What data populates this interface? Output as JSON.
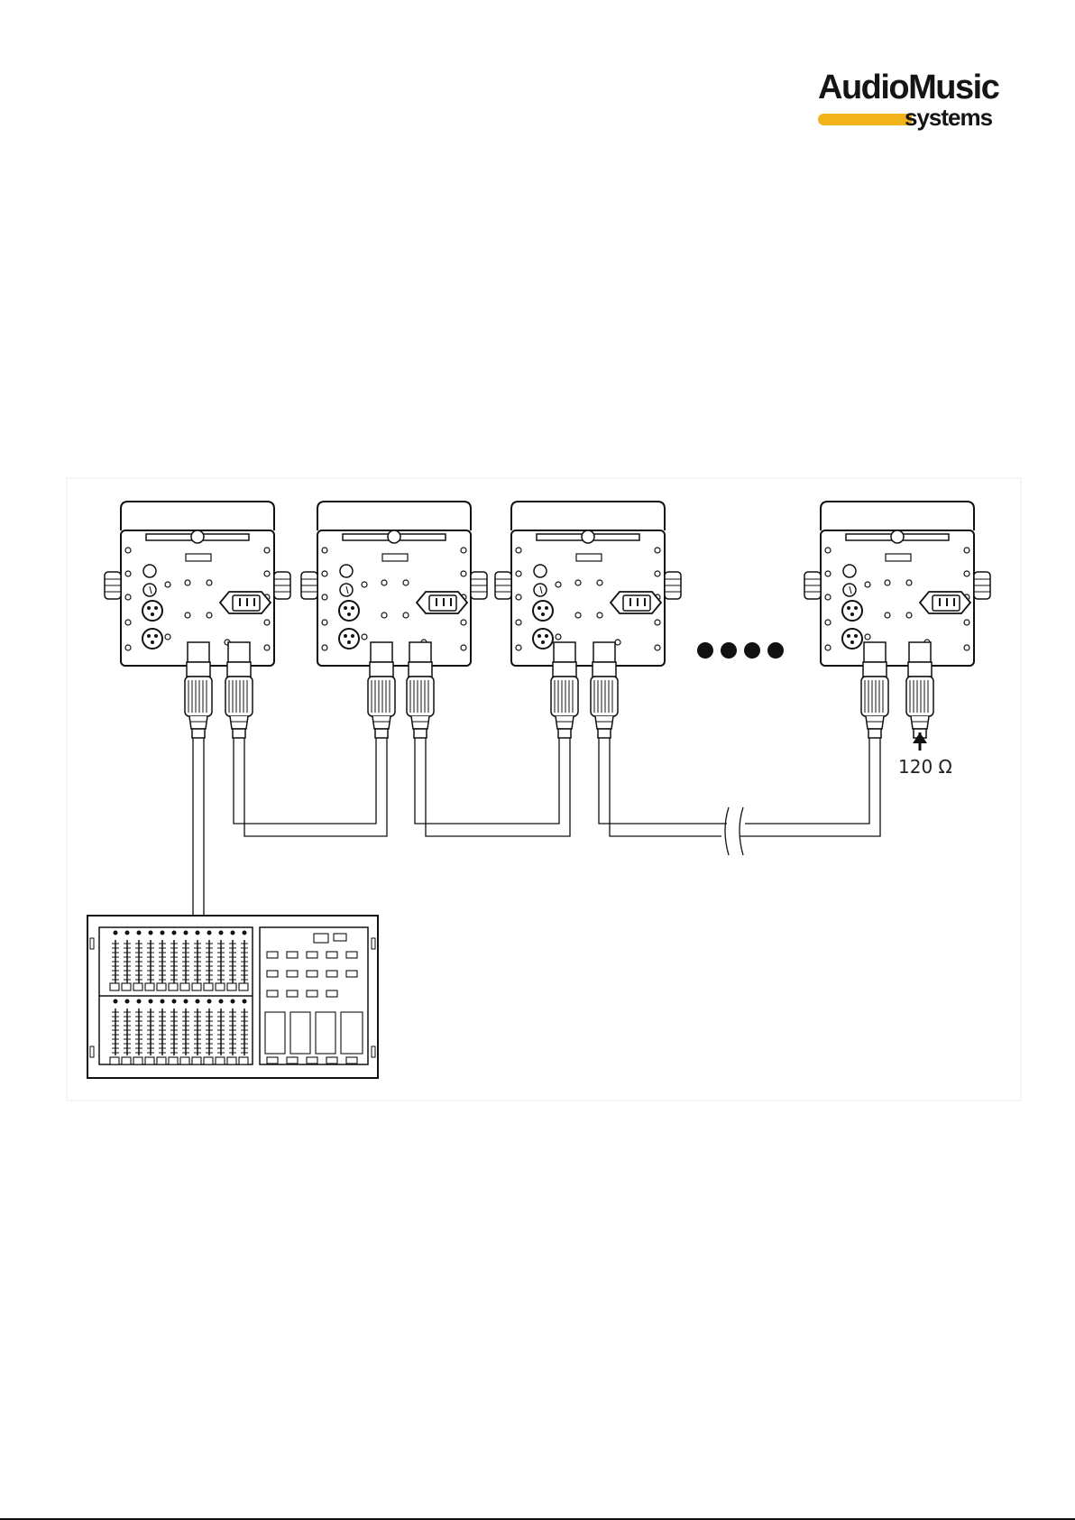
{
  "logo": {
    "brand": "AudioMusic",
    "sub": "systems",
    "accent": "#f2b21a"
  },
  "diagram": {
    "terminator_label": "120 Ω",
    "fixture_count_shown": 4,
    "continuation_dots": 4
  }
}
